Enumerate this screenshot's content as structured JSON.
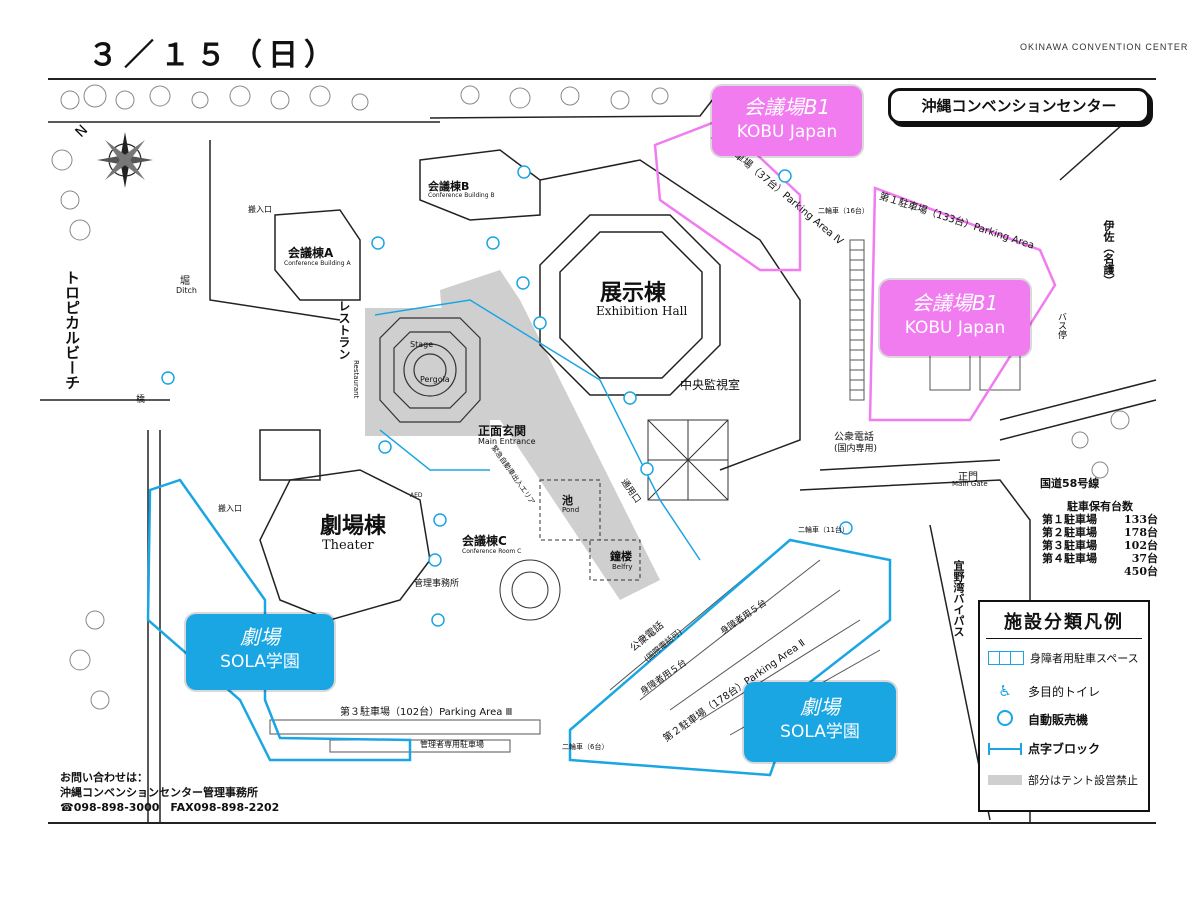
{
  "header": {
    "date": "３／１５（日）",
    "brand": "OKINAWA CONVENTION CENTER",
    "title": "沖縄コンベンションセンター"
  },
  "buildings": {
    "exhibition_jp": "展示棟",
    "exhibition_en": "Exhibition Hall",
    "theater_jp": "劇場棟",
    "theater_en": "Theater",
    "conf_a_jp": "会議棟A",
    "conf_a_en": "Conference Building A",
    "conf_b_jp": "会議棟B",
    "conf_b_en": "Conference Building B",
    "conf_c_jp": "会議棟C",
    "conf_c_en": "Conference Room C",
    "main_entrance_jp": "正面玄関",
    "main_entrance_en": "Main Entrance",
    "central_monitor": "中央監視室",
    "belfry_jp": "鐘楼",
    "belfry_en": "Belfry",
    "pond_jp": "池",
    "pond_en": "Pond",
    "stage": "Stage",
    "pergola": "Pergola",
    "restaurant": "レストラン",
    "restaurant_en": "Restaurant",
    "mgmt_office": "管理事務所",
    "tropical_beach": "トロピカルビーチ",
    "ditch_jp": "堀",
    "ditch_en": "Ditch",
    "bridge": "橋",
    "main_gate_jp": "正門",
    "main_gate_en": "Main Gate",
    "public_phone": "公衆電話",
    "public_phone_domestic": "(国内専用)",
    "public_phone2": "公衆電話",
    "public_phone2_intl": "(国際電話可)",
    "entrance1": "搬入口",
    "entrance2": "搬入口",
    "service_exit": "通用口",
    "emergency_area": "緊急自動車出入エリア",
    "route58": "国道58号線",
    "bypass": "宜野湾バイパス",
    "iha": "伊佐（名護）",
    "bus_stop": "バス停",
    "bike1": "二輪車（16台）",
    "bike2": "二輪車（11台）",
    "bike3": "二輪車（6台）",
    "mgmt_parking": "管理者専用駐車場",
    "aed": "AED"
  },
  "parking": {
    "p1": "第１駐車場（133台）Parking Area",
    "p2": "第２駐車場（178台）Parking Area Ⅱ",
    "p3": "第３駐車場（102台）Parking Area Ⅲ",
    "p4": "第４駐車場（37台）Parking Area Ⅳ",
    "disabled1": "身障者用５台",
    "disabled2": "身障者用５台"
  },
  "parking_table": {
    "title": "駐車保有台数",
    "rows": [
      {
        "name": "第１駐車場",
        "count": "133台"
      },
      {
        "name": "第２駐車場",
        "count": "178台"
      },
      {
        "name": "第３駐車場",
        "count": "102台"
      },
      {
        "name": "第４駐車場",
        "count": "37台"
      }
    ],
    "total": "450台"
  },
  "callouts": [
    {
      "line1": "会議場B1",
      "line2": "KOBU Japan",
      "color": "#f07cf0"
    },
    {
      "line1": "会議場B1",
      "line2": "KOBU Japan",
      "color": "#f07cf0"
    },
    {
      "line1": "劇場",
      "line2": "SOLA学園",
      "color": "#1aa6e2"
    },
    {
      "line1": "劇場",
      "line2": "SOLA学園",
      "color": "#1aa6e2"
    }
  ],
  "legend": {
    "title": "施設分類凡例",
    "items": [
      {
        "icon": "parking-space-icon",
        "label": "身障者用駐車スペース"
      },
      {
        "icon": "wheelchair-icon",
        "label": "多目的トイレ"
      },
      {
        "icon": "vending-machine-icon",
        "label": "自動販売機"
      },
      {
        "icon": "braille-block-icon",
        "label": "点字ブロック"
      },
      {
        "icon": "gray-area-icon",
        "label": "部分はテント設営禁止"
      }
    ]
  },
  "contact": {
    "line1": "お問い合わせは：",
    "line2": "沖縄コンベンションセンター管理事務所",
    "line3": "☎098-898-3000　FAX098-898-2202"
  },
  "colors": {
    "pink": "#f07cf0",
    "blue": "#1aa6e2",
    "gray_area": "#cfcfcf"
  }
}
